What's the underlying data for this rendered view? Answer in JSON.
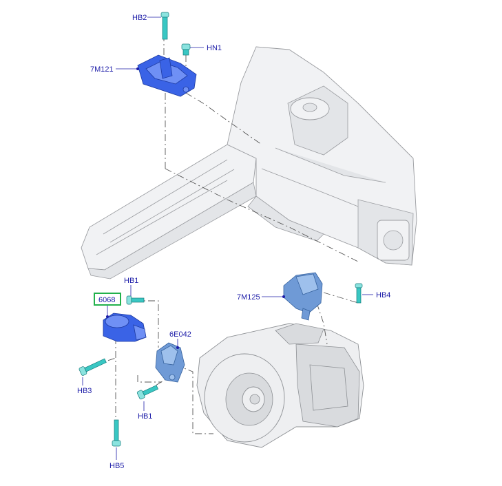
{
  "labels": {
    "hb2": "HB2",
    "hn1": "HN1",
    "m7m121": "7M121",
    "m7m125": "7M125",
    "hb4": "HB4",
    "hb1_top": "HB1",
    "p6068": "6068",
    "p6e042": "6E042",
    "hb3": "HB3",
    "hb1_bottom": "HB1",
    "hb5": "HB5"
  },
  "colors": {
    "label_text": "#1c1ca8",
    "highlight_box": "#22b14c",
    "mount_blue": "#3a63e6",
    "bracket_light_blue": "#6f9ad6",
    "bolt_cyan": "#39c7c3"
  },
  "highlighted_part": "6068"
}
